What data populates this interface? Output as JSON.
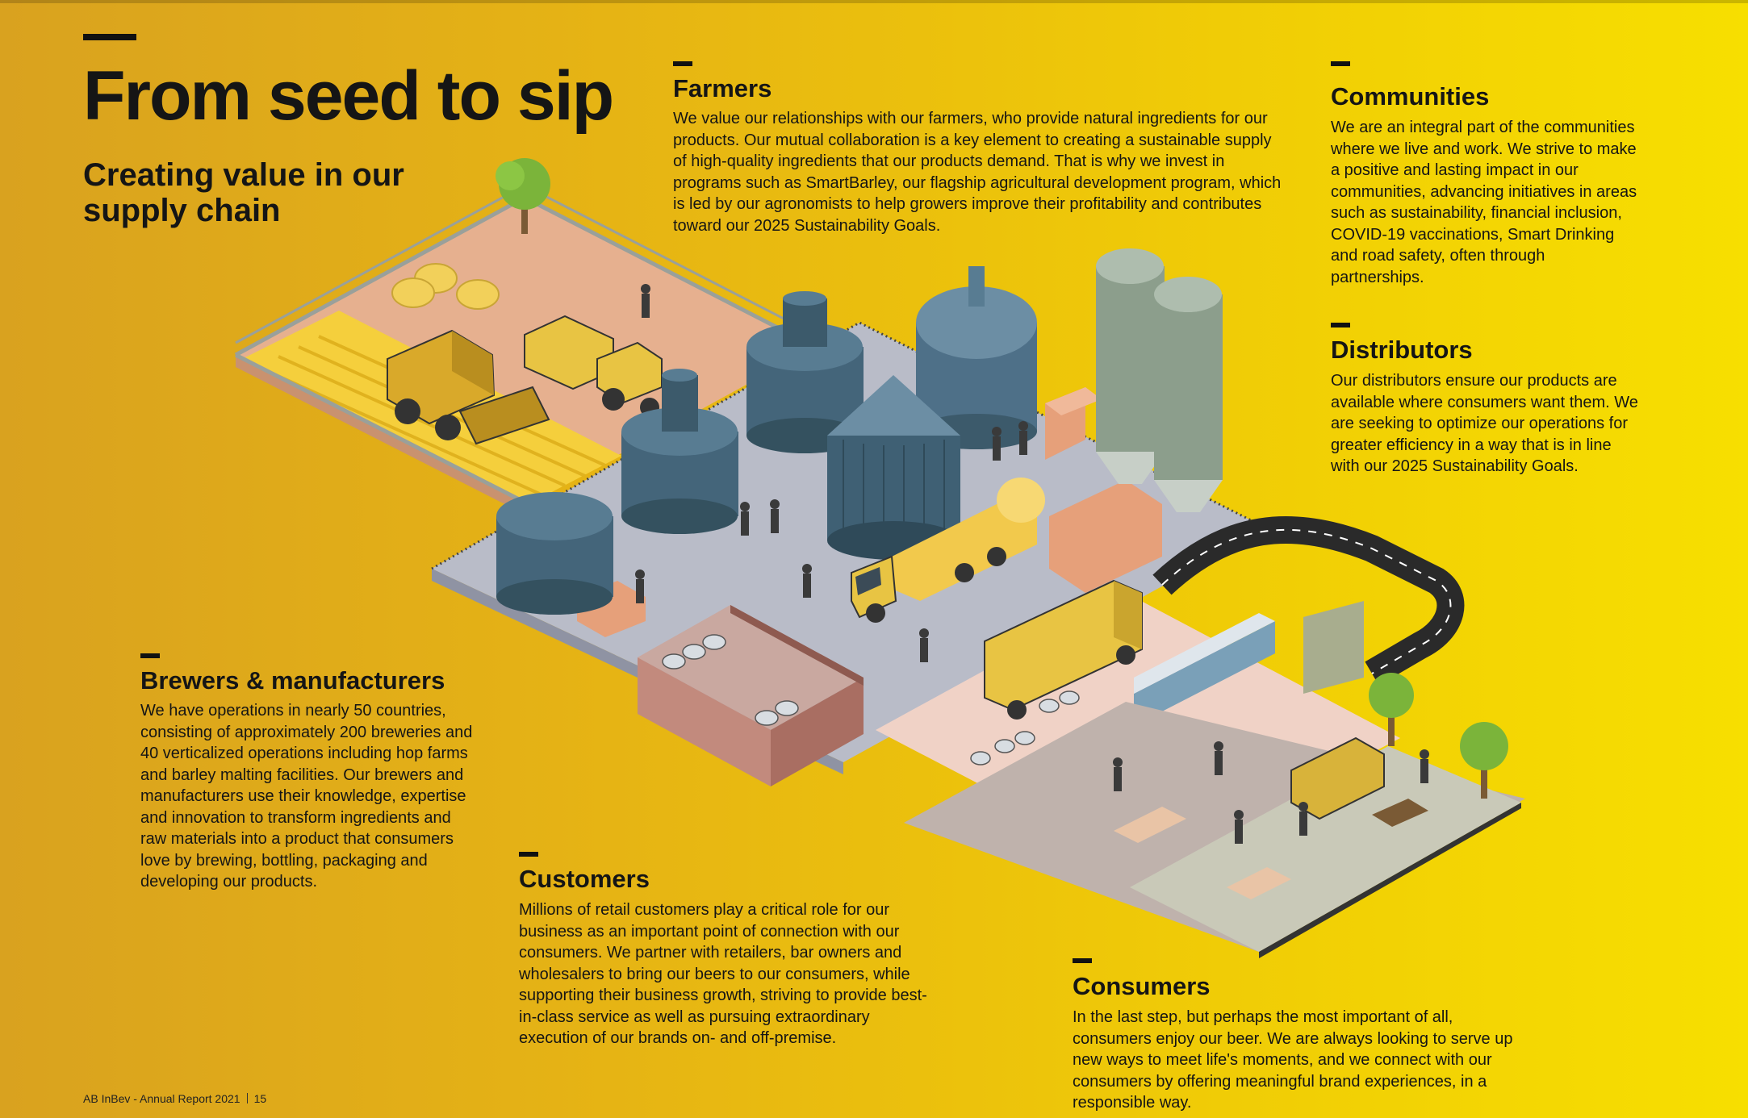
{
  "header": {
    "title": "From seed to sip",
    "subtitle": "Creating value in our supply chain"
  },
  "sections": {
    "farmers": {
      "title": "Farmers",
      "body": "We value our relationships with our farmers, who provide natural ingredients for our products. Our mutual collaboration is a key element to creating a sustainable supply of high-quality ingredients that our products demand. That is why we invest in programs such as SmartBarley, our flagship agricultural development program, which is led by our agronomists to help growers improve their profitability and contributes toward our 2025 Sustainability Goals."
    },
    "communities": {
      "title": "Communities",
      "body": "We are an integral part of the communities where we live and work. We strive to make a positive and lasting impact in our communities, advancing initiatives in areas such as sustainability, financial inclusion, COVID-19 vaccinations, Smart Drinking and road safety, often through partnerships."
    },
    "distributors": {
      "title": "Distributors",
      "body": "Our distributors ensure our products are available where consumers want them. We are seeking to optimize our operations for greater efficiency in a way that is in line with our 2025 Sustainability Goals."
    },
    "brewers": {
      "title": "Brewers & manufacturers",
      "body": "We have operations in nearly 50 countries, consisting of approximately 200 breweries and 40 verticalized operations including hop farms and barley malting facilities. Our brewers and manufacturers use their knowledge, expertise and innovation to transform ingredients and raw materials into a product that consumers love by brewing, bottling, packaging and developing our products."
    },
    "customers": {
      "title": "Customers",
      "body": "Millions of retail customers play a critical role for our business as an important point of connection with our consumers. We partner with retailers, bar owners and wholesalers to bring our beers to our consumers, while supporting their business growth, striving to provide best-in-class service as well as pursuing extraordinary execution of our brands on- and off-premise."
    },
    "consumers": {
      "title": "Consumers",
      "body": "In the last step, but perhaps the most important of all, consumers enjoy our beer. We are always looking to serve up new ways to meet life's moments, and we connect with our consumers by offering meaningful brand experiences, in a responsible way."
    }
  },
  "footer": {
    "report": "AB InBev - Annual Report 2021",
    "page": "15"
  },
  "colors": {
    "accent": "#f2c800",
    "text": "#151515",
    "floor": "#b9bcc8",
    "tank": "#44657a",
    "field": "#e6b08f"
  }
}
